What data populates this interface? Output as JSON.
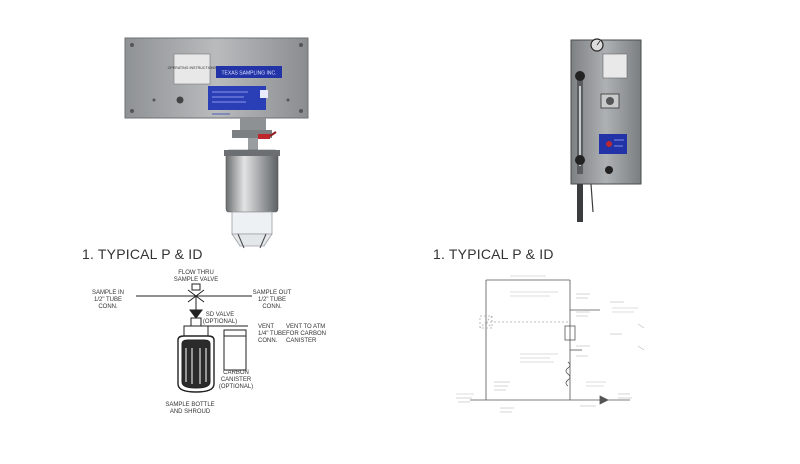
{
  "left": {
    "panel": {
      "instructions_label": "OPERATING INSTRUCTIONS",
      "brand_label": "TEXAS SAMPLING INC."
    },
    "heading": "1. TYPICAL P & ID",
    "diagram": {
      "flow_valve": "FLOW THRU SAMPLE VALVE",
      "sample_in": "SAMPLE IN 1/2\" TUBE CONN.",
      "sample_out": "SAMPLE OUT 1/2\" TUBE CONN.",
      "sd_valve": "SD VALVE (OPTIONAL)",
      "vent_tube": "VENT 1/4\" TUBE CONN.",
      "vent_atm": "VENT TO ATM FOR CARBON CANISTER",
      "carbon": "CARBON CANISTER (OPTIONAL)",
      "bottle": "SAMPLE BOTTLE AND SHROUD"
    }
  },
  "right": {
    "heading": "1. TYPICAL P & ID"
  }
}
